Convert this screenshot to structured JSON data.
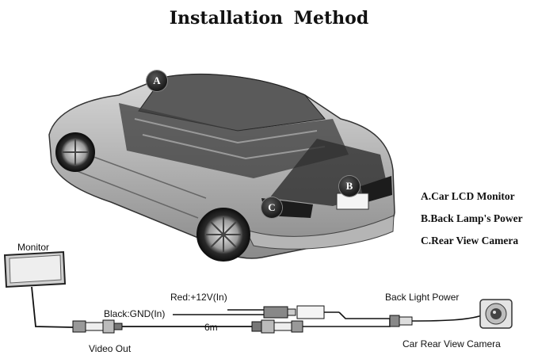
{
  "title": "Installation  Method",
  "markers": {
    "a": "A",
    "b": "B",
    "c": "C"
  },
  "legend": [
    "A.Car LCD Monitor",
    "B.Back Lamp's Power",
    "C.Rear View Camera"
  ],
  "labels": {
    "monitor": "Monitor",
    "red_wire": "Red:+12V(In)",
    "black_wire": "Black:GND(In)",
    "length": "6m",
    "video_out": "Video Out",
    "back_light_power": "Back Light Power",
    "camera": "Car Rear View Camera"
  }
}
